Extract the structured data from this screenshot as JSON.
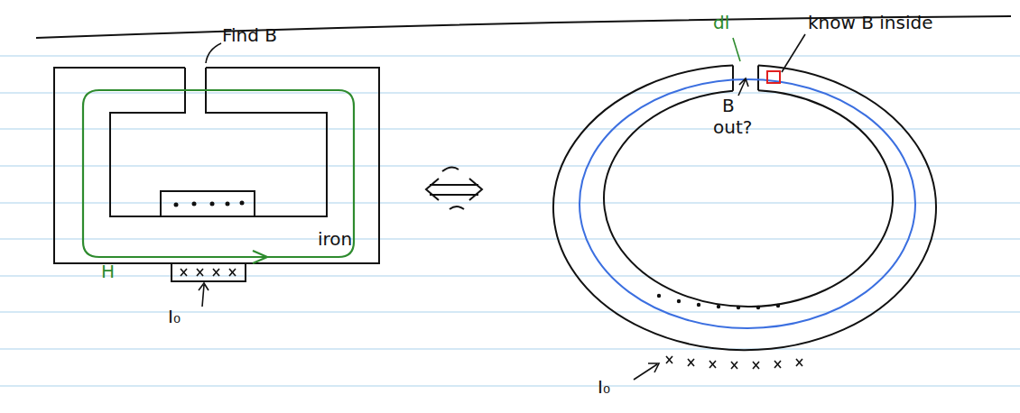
{
  "diagram": {
    "labels": [
      "Find B",
      "H",
      "iron",
      "I₀",
      "dl",
      "know B inside",
      "B",
      "out?",
      "I₀"
    ]
  }
}
